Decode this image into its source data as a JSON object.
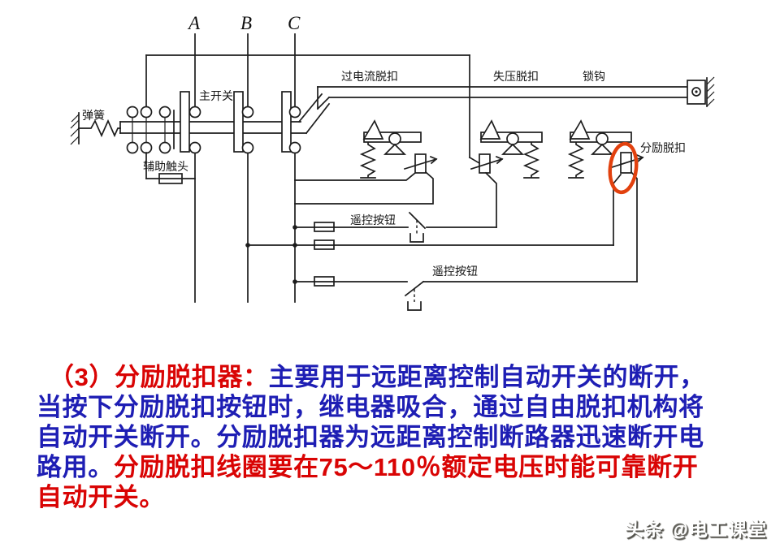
{
  "diagram": {
    "phase_labels": {
      "a": "A",
      "b": "B",
      "c": "C"
    },
    "labels": {
      "spring": "弹簧",
      "main_switch": "主开关",
      "aux_contact": "辅助触头",
      "overcurrent_trip": "过电流脱扣",
      "undervoltage_trip": "失压脱扣",
      "lock_hook": "锁钩",
      "shunt_trip": "分励脱扣",
      "remote_button_1": "遥控按钮",
      "remote_button_2": "遥控按钮"
    },
    "highlight_color": "#e2410e",
    "line_color": "#1d1d1d"
  },
  "caption": {
    "heading_red": "（3）分励脱扣器：",
    "line1_blue": "主要用于远距离控制自动开关的断开，",
    "line2_blue": "当按下分励脱扣按钮时，继电器吸合，通过自由脱扣机构将",
    "line3_blue": "自动开关断开。分励脱扣器为远距离控制断路器迅速断开电",
    "line4_blue": "路用。",
    "line4_red_pre": "分励脱扣线圈要在",
    "line4_red_em": "75～110％",
    "line4_red_post": "额定电压时能可靠断开",
    "line5_red": "自动开关。",
    "red_color": "#d90404",
    "blue_color": "#1e1eb4"
  },
  "watermark": {
    "text": "头条 @电工课堂"
  }
}
